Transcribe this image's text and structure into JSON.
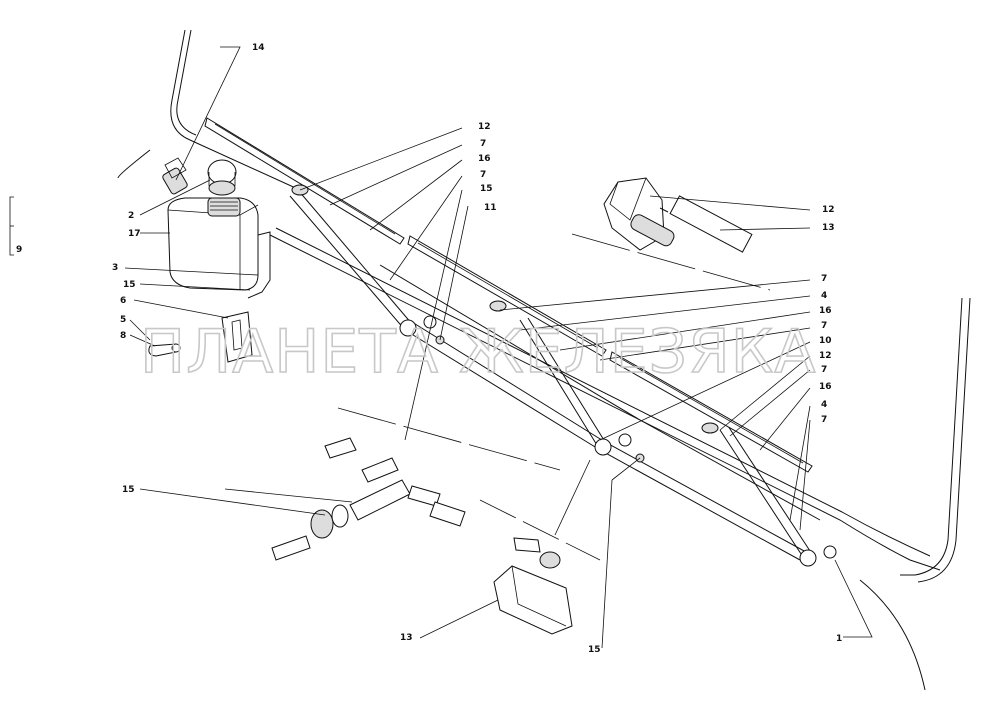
{
  "watermark": "ПЛАНЕТА ЖЕЛЕЗЯКА",
  "callouts": {
    "c14": "14",
    "c2": "2",
    "c17": "17",
    "c3": "3",
    "c15a": "15",
    "c6": "6",
    "c5": "5",
    "c8": "8",
    "c9": "9",
    "c12a": "12",
    "c7a": "7",
    "c16a": "16",
    "c7b": "7",
    "c15b": "15",
    "c11": "11",
    "c12b": "12",
    "c13a": "13",
    "c7c": "7",
    "c4a": "4",
    "c16b": "16",
    "c7d": "7",
    "c10": "10",
    "c12c": "12",
    "c7e": "7",
    "c16c": "16",
    "c4b": "4",
    "c7f": "7",
    "c15c": "15",
    "c13b": "13",
    "c15d": "15",
    "c1": "1"
  }
}
